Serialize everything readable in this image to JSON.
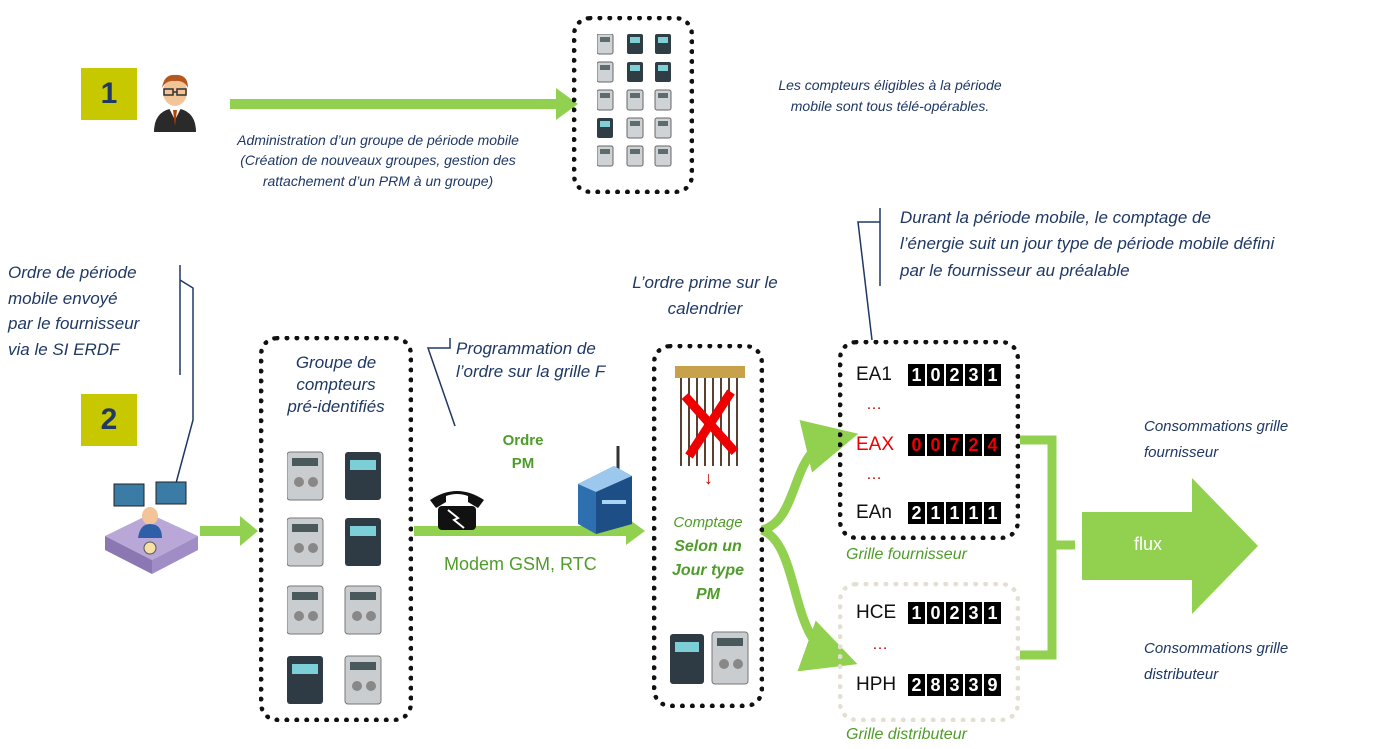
{
  "step1": {
    "badge": "1",
    "description": [
      "Administration d’un groupe de période mobile",
      "(Création de nouveaux groupes, gestion des",
      "rattachement d’un PRM à un groupe)"
    ],
    "note": [
      "Les compteurs éligibles à la période",
      "mobile sont tous télé-opérables."
    ]
  },
  "step2": {
    "badge": "2",
    "order_note": [
      "Ordre de période",
      "mobile envoyé",
      "par le fournisseur",
      "via le SI ERDF"
    ],
    "group_label": [
      "Groupe de",
      "compteurs",
      "pré-identifiés"
    ],
    "programming_note": [
      "Programmation de",
      "l’ordre sur la grille F"
    ],
    "order_pm": [
      "Ordre",
      "PM"
    ],
    "modem_label": "Modem GSM, RTC",
    "priority_note": [
      "L’ordre prime sur le",
      "calendrier"
    ],
    "counting": {
      "line1": "Comptage",
      "line2": "Selon un",
      "line3": "Jour type",
      "line4": "PM"
    },
    "mobile_note": [
      "Durant la période mobile, le comptage de",
      "l’énergie suit un jour type de période mobile défini",
      "par le fournisseur au préalable"
    ]
  },
  "supplier_grid": {
    "caption": "Grille fournisseur",
    "rows": [
      {
        "label": "EA1",
        "digits": [
          "1",
          "0",
          "2",
          "3",
          "1"
        ]
      },
      {
        "label": "EAX",
        "digits": [
          "0",
          "0",
          "7",
          "2",
          "4"
        ]
      },
      {
        "label": "EAn",
        "digits": [
          "2",
          "1",
          "1",
          "1",
          "1"
        ]
      }
    ],
    "ellipsis": "…"
  },
  "distributor_grid": {
    "caption": "Grille distributeur",
    "rows": [
      {
        "label": "HCE",
        "digits": [
          "1",
          "0",
          "2",
          "3",
          "1"
        ]
      },
      {
        "label": "HPH",
        "digits": [
          "2",
          "8",
          "3",
          "3",
          "9"
        ]
      }
    ],
    "ellipsis": "…"
  },
  "output": {
    "flux_label": "flux",
    "supplier_consumption": [
      "Consommations grille",
      "fournisseur"
    ],
    "distributor_consumption": [
      "Consommations grille",
      "distributeur"
    ]
  },
  "colors": {
    "accent_green": "#92d050",
    "badge": "#c8c800",
    "text_blue": "#1f3864",
    "highlight_red": "#e00000"
  },
  "icons": [
    "operator-avatar-icon",
    "meter-grid-icon",
    "call-center-operator-icon",
    "electric-meter-icon",
    "telephone-icon",
    "gsm-modem-icon",
    "calendar-crossed-icon"
  ]
}
